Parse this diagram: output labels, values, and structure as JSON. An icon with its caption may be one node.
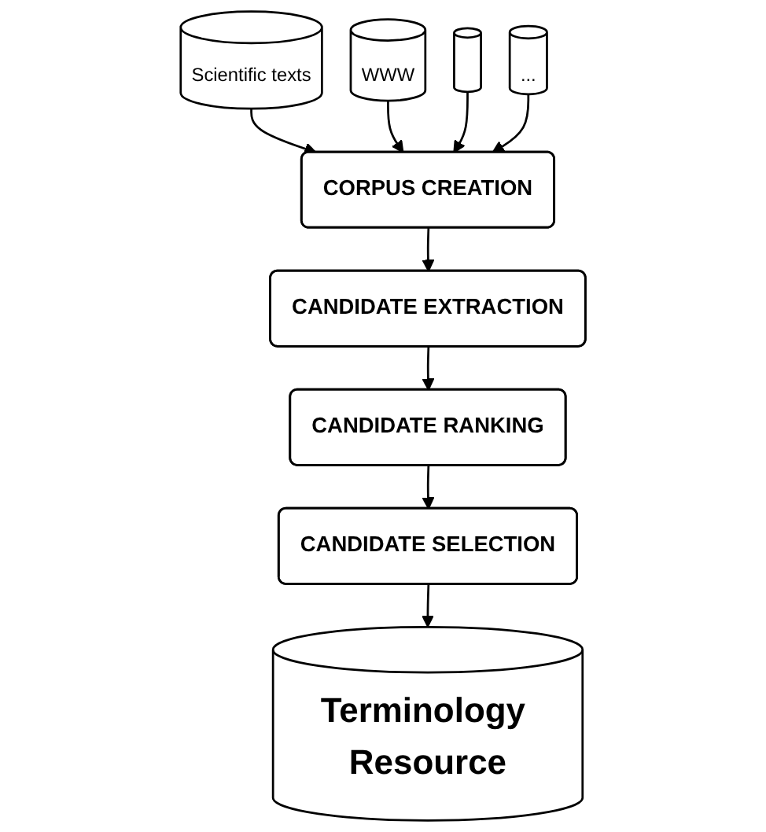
{
  "diagram": {
    "nodes": [
      {
        "text": [
          "Scientific texts"
        ]
      },
      {
        "text": [
          "WWW"
        ]
      },
      {
        "text": [],
        "shape": "cylinder"
      },
      {
        "text": [
          "..."
        ]
      },
      {
        "text": [
          "CORPUS CREATION"
        ]
      },
      {
        "text": [
          "CANDIDATE EXTRACTION"
        ]
      },
      {
        "text": [
          "CANDIDATE RANKING"
        ]
      },
      {
        "text": [
          "CANDIDATE SELECTION"
        ]
      },
      {
        "text": [
          "Terminology Resource"
        ]
      }
    ],
    "edges": [
      {
        "from": 0,
        "to": 4,
        "arrow": "to"
      },
      {
        "from": 1,
        "to": 4,
        "arrow": "to"
      },
      {
        "from": 2,
        "to": 4,
        "arrow": "to"
      },
      {
        "from": 3,
        "to": 4,
        "arrow": "to"
      },
      {
        "from": 4,
        "to": 5,
        "arrow": "to"
      },
      {
        "from": 5,
        "to": 6,
        "arrow": "to"
      },
      {
        "from": 6,
        "to": 7,
        "arrow": "to"
      },
      {
        "from": 7,
        "to": 8,
        "arrow": "to"
      }
    ]
  }
}
